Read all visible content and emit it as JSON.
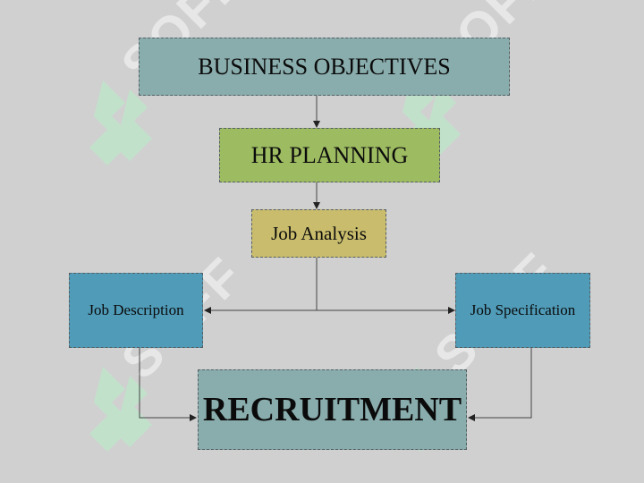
{
  "diagram": {
    "objectives": "BUSINESS OBJECTIVES",
    "hr_planning": "HR PLANNING",
    "job_analysis": "Job Analysis",
    "job_description": "Job Description",
    "job_specification": "Job Specification",
    "recruitment": "RECRUITMENT"
  },
  "watermark": {
    "text": "SOFF"
  },
  "colors": {
    "background": "#d0d0d0",
    "objectives_fill": "#89acac",
    "hr_fill": "#9dbb61",
    "analysis_fill": "#c9bd6d",
    "desc_spec_fill": "#4f9bb8",
    "recruitment_fill": "#89acac",
    "connector": "#444444",
    "watermark_mark": "#b8f0c8"
  }
}
